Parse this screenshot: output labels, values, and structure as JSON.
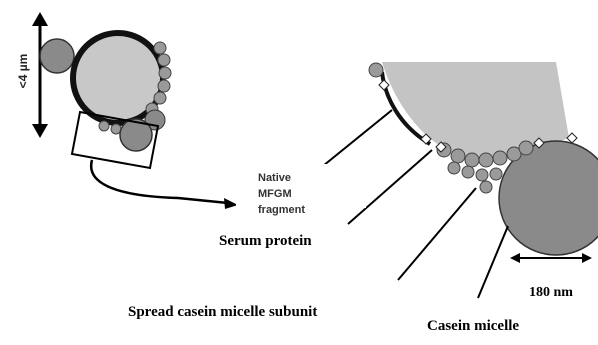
{
  "scale_label": "<4 µm",
  "labels": {
    "native_mfgm": "Native MFGM fragment",
    "serum_protein": "Serum protein",
    "spread_casein": "Spread casein micelle subunit",
    "casein_micelle": "Casein micelle",
    "scale_180": "180 nm"
  },
  "colors": {
    "fat_globule": "#c8c8c8",
    "membrane": "#111111",
    "micelle": "#8a8a8a",
    "subunit": "#9a9a9a",
    "serum_protein": "#ffffff",
    "interior": "#c4c4c4"
  }
}
